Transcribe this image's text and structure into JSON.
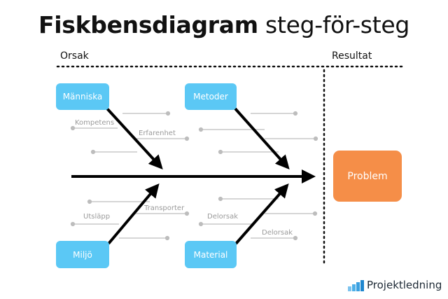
{
  "title": {
    "bold": "Fiskbensdiagram",
    "rest": "steg-för-steg"
  },
  "header": {
    "cause_label": "Orsak",
    "result_label": "Resultat"
  },
  "categories": {
    "top_left": "Människa",
    "top_right": "Metoder",
    "bottom_left": "Miljö",
    "bottom_right": "Material"
  },
  "problem_label": "Problem",
  "sub_causes": {
    "kompetens": "Kompetens",
    "erfarenhet": "Erfarenhet",
    "utslapp": "Utsläpp",
    "transporter": "Transporter",
    "delorsak_1": "Delorsak",
    "delorsak_2": "Delorsak"
  },
  "logo": {
    "text": "Projektledning"
  },
  "colors": {
    "category_box": "#5bc8f5",
    "problem_box": "#f58e48",
    "sub_line": "#bdbdbd",
    "arrow": "#000000",
    "logo_bars": "#3aa0e0"
  }
}
